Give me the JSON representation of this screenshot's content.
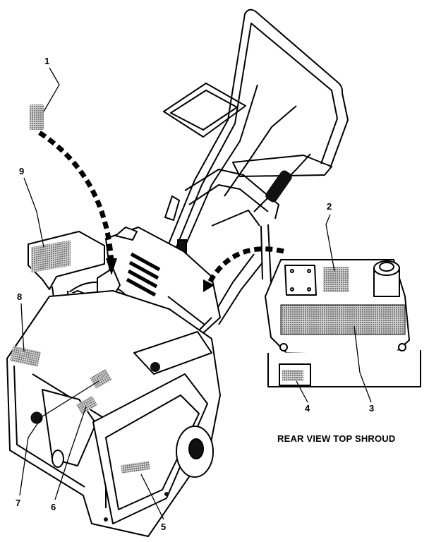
{
  "callouts": {
    "c1": "1",
    "c2": "2",
    "c3": "3",
    "c4": "4",
    "c5": "5",
    "c6": "6",
    "c7": "7",
    "c8": "8",
    "c9": "9"
  },
  "caption": "REAR VIEW TOP SHROUD",
  "colors": {
    "line": "#000000",
    "decal_fill": "#9a9a9a",
    "background": "#ffffff"
  }
}
